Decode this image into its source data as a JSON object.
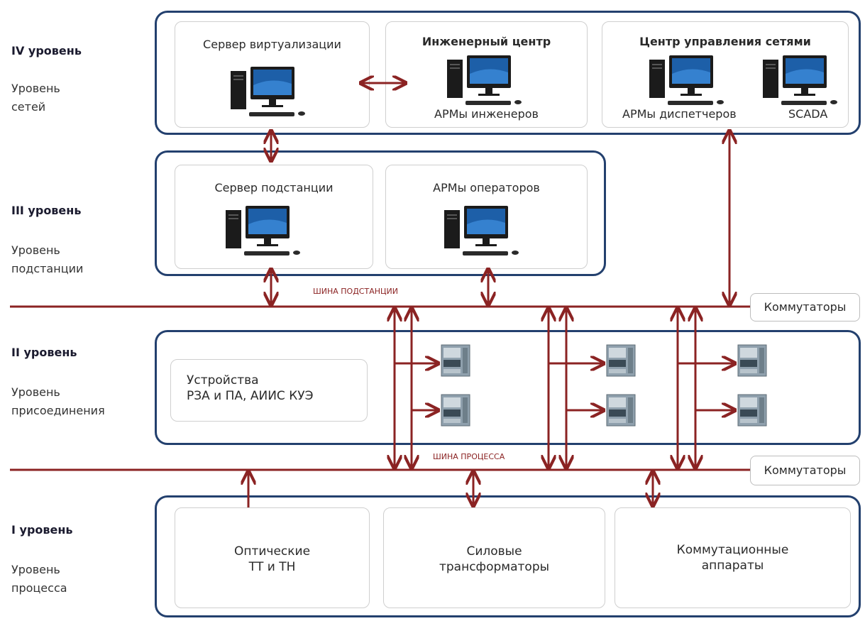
{
  "levels": [
    {
      "title": "IV уровень",
      "sub1": "Уровень",
      "sub2": "сетей"
    },
    {
      "title": "III уровень",
      "sub1": "Уровень",
      "sub2": "подстанции"
    },
    {
      "title": "II уровень",
      "sub1": "Уровень",
      "sub2": "присоединения"
    },
    {
      "title": "I уровень",
      "sub1": "Уровень",
      "sub2": "процесса"
    }
  ],
  "level4": {
    "virt_server": "Сервер виртуализации",
    "eng_center": "Инженерный центр",
    "eng_arm": "АРМы инженеров",
    "net_center": "Центр управления сетями",
    "disp_arm": "АРМы диспетчеров",
    "scada": "SCADA"
  },
  "level3": {
    "sub_server": "Сервер подстанции",
    "op_arm": "АРМы операторов"
  },
  "level2": {
    "devices_line1": "Устройства",
    "devices_line2": "РЗА и ПА, АИИС КУЭ"
  },
  "level1": {
    "optical_line1": "Оптические",
    "optical_line2": "ТТ и ТН",
    "power_line1": "Силовые",
    "power_line2": "трансформаторы",
    "switching_line1": "Коммутационные",
    "switching_line2": "аппараты"
  },
  "buses": {
    "substation_bus": "ШИНА ПОДСТАНЦИИ",
    "process_bus": "ШИНА ПРОЦЕССА",
    "switches_top": "Коммутаторы",
    "switches_bottom": "Коммутаторы"
  },
  "colors": {
    "accent": "#8b2323",
    "frame": "#23406e"
  },
  "icons": [
    "computer-icon",
    "relay-device-icon"
  ]
}
